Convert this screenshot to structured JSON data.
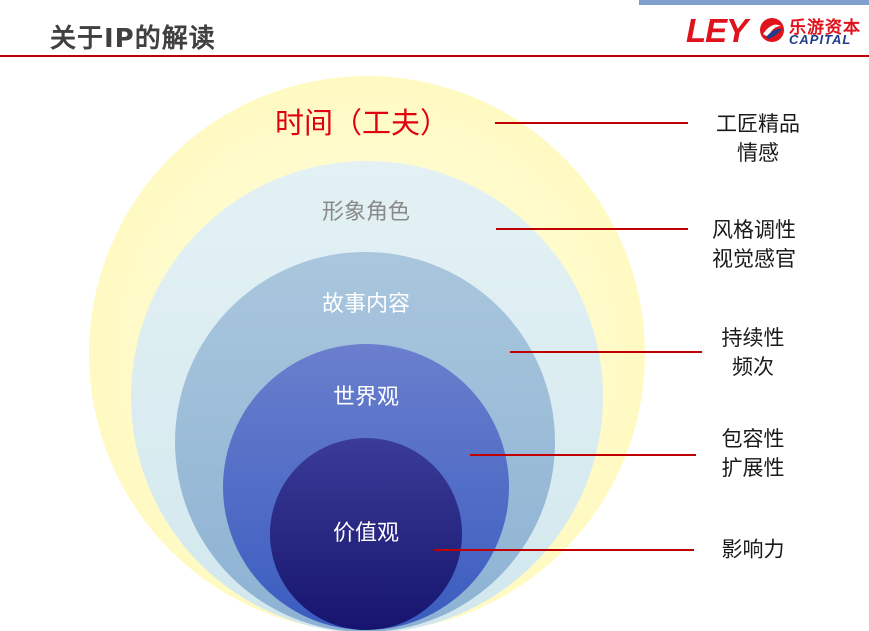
{
  "header": {
    "title": "关于IP的解读",
    "logo": {
      "letters": "LEY",
      "chinese": "乐游资本",
      "english": "CAPITAL"
    }
  },
  "diagram": {
    "rings": [
      {
        "label": "时间（工夫）",
        "color": "#fffbcf"
      },
      {
        "label": "形象角色",
        "color": "#dbeef2"
      },
      {
        "label": "故事内容",
        "color": "#9dbfda"
      },
      {
        "label": "世界观",
        "color": "#4b6cc6"
      },
      {
        "label": "价值观",
        "color": "#24217e"
      }
    ],
    "leader_color": "#c00000",
    "annotations": [
      {
        "line1": "工匠精品",
        "line2": "情感"
      },
      {
        "line1": "风格调性",
        "line2": "视觉感官"
      },
      {
        "line1": "持续性",
        "line2": "频次"
      },
      {
        "line1": "包容性",
        "line2": "扩展性"
      },
      {
        "line1": "影响力",
        "line2": ""
      }
    ]
  }
}
